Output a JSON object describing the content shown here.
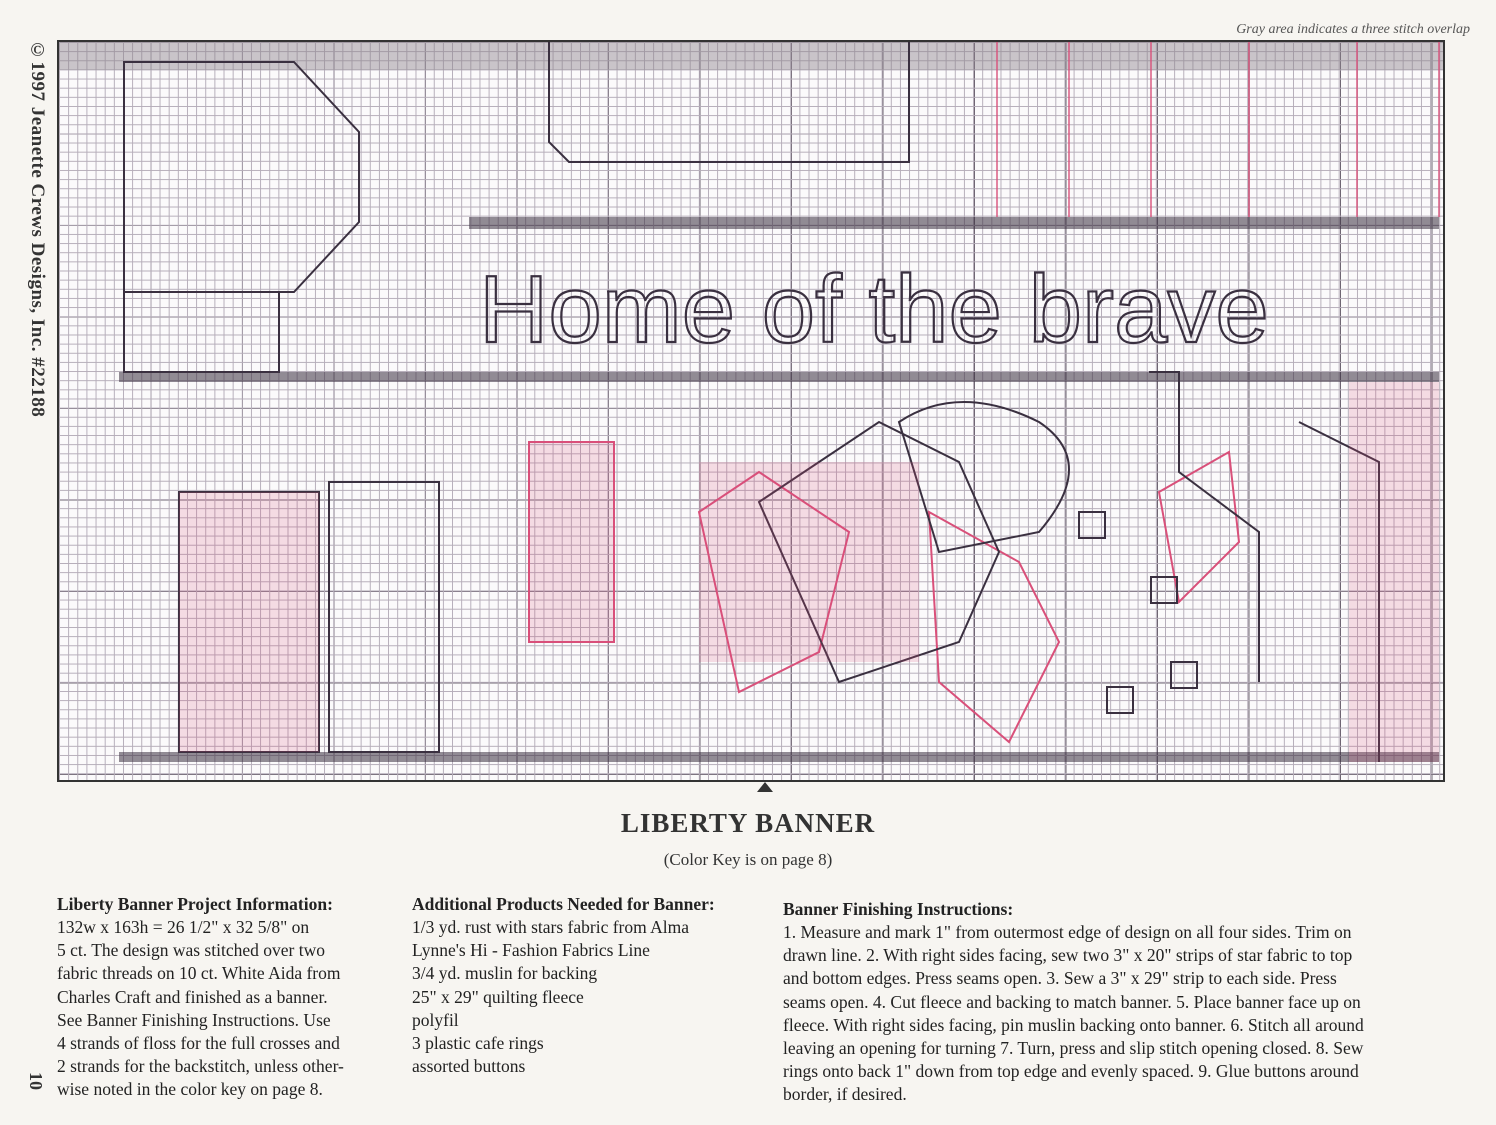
{
  "credit": {
    "copyright": "©1997 Jeanette Crews Designs, Inc.   #22188",
    "page_number": "10"
  },
  "chart": {
    "overlap_note": "Gray area indicates a three stitch overlap",
    "stitched_text": "Home of the brave",
    "colors": {
      "pink": "#d9507a",
      "dark": "#3a3040",
      "gray": "#8c828c"
    }
  },
  "title": "LIBERTY BANNER",
  "subtitle": "(Color Key is on page 8)",
  "project_info": {
    "heading": "Liberty Banner Project Information:",
    "lines": [
      "132w x 163h = 26 1/2\" x 32 5/8\" on",
      "5 ct.  The design was stitched over two",
      "fabric threads on 10 ct. White Aida from",
      "Charles Craft and finished as a banner.",
      "See Banner Finishing Instructions.  Use",
      "4 strands of floss for the full crosses and",
      "2 strands for the backstitch, unless other-",
      "wise noted in the color key on page 8."
    ]
  },
  "products": {
    "heading": "Additional Products Needed for Banner:",
    "items": [
      "1/3 yd. rust with stars fabric from Alma",
      "Lynne's Hi - Fashion Fabrics Line",
      "3/4 yd. muslin for backing",
      "25\" x 29\" quilting fleece",
      "polyfil",
      "3 plastic cafe rings",
      "assorted buttons"
    ]
  },
  "finishing": {
    "heading": "Banner Finishing Instructions:",
    "lines": [
      "1.  Measure and mark 1\" from outermost edge of design on all four sides.  Trim on",
      "drawn line.  2.  With right sides facing, sew two 3\" x 20\" strips of star fabric to top",
      "and bottom edges.  Press seams open.  3.  Sew a 3\" x 29\" strip to each side.  Press",
      "seams open.  4.  Cut fleece and backing to match banner.  5.  Place banner face up on",
      "fleece.  With right sides facing, pin muslin backing onto banner.  6.  Stitch all around",
      "leaving an opening for turning  7.  Turn, press and slip stitch opening closed.  8.  Sew",
      "rings onto back 1\" down from top edge and evenly spaced.  9.  Glue buttons around",
      "border, if desired."
    ]
  }
}
